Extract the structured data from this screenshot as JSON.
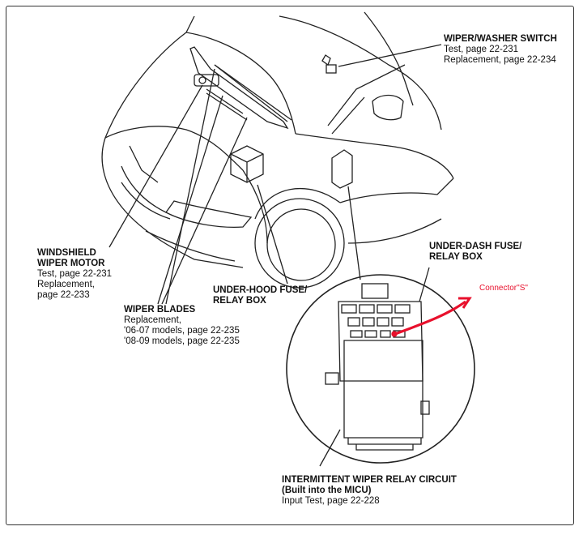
{
  "labels": {
    "washer_switch": {
      "title": "WIPER/WASHER SWITCH",
      "line1": "Test, page 22-231",
      "line2": "Replacement, page 22-234"
    },
    "wiper_motor": {
      "title1": "WINDSHIELD",
      "title2": "WIPER MOTOR",
      "line1": "Test, page 22-231",
      "line2": "Replacement,",
      "line3": " page 22-233"
    },
    "wiper_blades": {
      "title": "WIPER BLADES",
      "line1": "Replacement,",
      "line2": " '06-07 models, page 22-235",
      "line3": " '08-09 models, page 22-235"
    },
    "underhood_box": {
      "title1": "UNDER-HOOD FUSE/",
      "title2": "RELAY BOX"
    },
    "underdash_box": {
      "title1": "UNDER-DASH FUSE/",
      "title2": "RELAY BOX"
    },
    "relay_circuit": {
      "title1": "INTERMITTENT WIPER RELAY CIRCUIT",
      "title2": "(Built into the MICU)",
      "line1": "Input Test, page 22-228"
    }
  },
  "annotation": {
    "text": "Connector\"S\"",
    "color": "#e8102c"
  }
}
